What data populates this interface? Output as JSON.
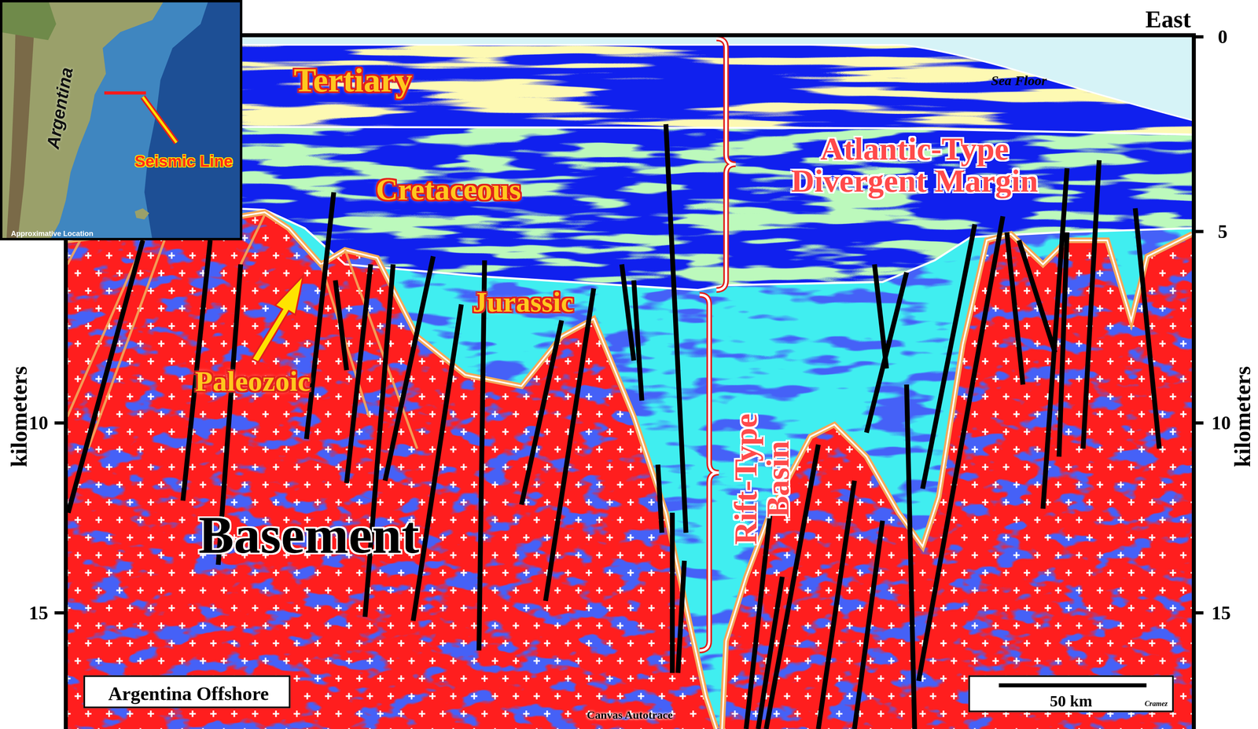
{
  "diagram": {
    "nodes": [
      {
        "text": [
          "Argentina",
          "Seismic Line",
          "Approximative Location"
        ]
      },
      {
        "text": [
          "Argentina Offshore"
        ]
      },
      {
        "text": [
          "50 km",
          "Cramez"
        ]
      }
    ],
    "labels": [
      "East",
      "0",
      "5",
      "10",
      "15",
      "kilometers",
      "10",
      "15",
      "kilometers",
      "Tertiary",
      "Cretaceous",
      "Atlantic-Type Divergent Margin",
      "Sea Floor",
      "Jurassic",
      "Paleozoic",
      "Basement",
      "Rift-Type Basin",
      "Canvas Autotrace"
    ]
  }
}
